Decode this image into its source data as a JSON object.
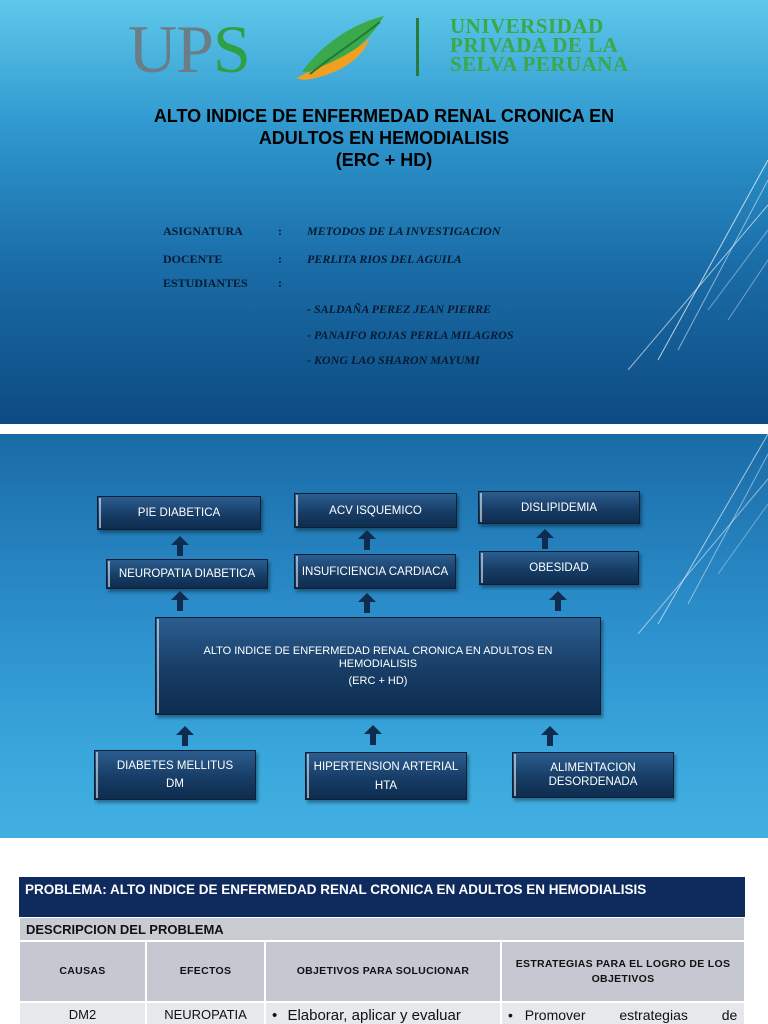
{
  "slide1": {
    "logo": {
      "ups_left": "UP",
      "ups_right": "S",
      "university_lines": [
        "UNIVERSIDAD",
        "PRIVADA DE LA",
        "SELVA PERUANA"
      ]
    },
    "title_lines": [
      "ALTO INDICE DE ENFERMEDAD RENAL CRONICA EN",
      "ADULTOS EN HEMODIALISIS",
      "(ERC + HD)"
    ],
    "info": {
      "asignatura_label": "ASIGNATURA",
      "asignatura_value": "METODOS DE LA INVESTIGACION",
      "docente_label": "DOCENTE",
      "docente_value": "PERLITA RIOS DEL AGUILA",
      "estudiantes_label": "ESTUDIANTES",
      "separator": ":",
      "students": [
        "- SALDAÑA PEREZ JEAN PIERRE",
        "- PANAIFO ROJAS PERLA MILAGROS",
        "-  KONG LAO SHARON MAYUMI"
      ]
    }
  },
  "slide2": {
    "effects_top": [
      "PIE DIABETICA",
      "ACV ISQUEMICO",
      "DISLIPIDEMIA"
    ],
    "effects_mid": [
      "NEUROPATIA DIABETICA",
      "INSUFICIENCIA CARDIACA",
      "OBESIDAD"
    ],
    "problem_lines": [
      "ALTO INDICE DE ENFERMEDAD RENAL CRONICA EN ADULTOS EN",
      "HEMODIALISIS",
      "(ERC + HD)"
    ],
    "causes": [
      {
        "line1": "DIABETES MELLITUS",
        "line2": "DM"
      },
      {
        "line1": "HIPERTENSION ARTERIAL",
        "line2": "HTA"
      },
      {
        "line1": "ALIMENTACION",
        "line2": "DESORDENADA"
      }
    ]
  },
  "slide3": {
    "problem_row": "PROBLEMA:  ALTO INDICE DE ENFERMEDAD RENAL CRONICA EN ADULTOS EN HEMODIALISIS",
    "description_row": "DESCRIPCION DEL PROBLEMA",
    "headers": [
      "CAUSAS",
      "EFECTOS",
      "OBJETIVOS PARA SOLUCIONAR",
      "ESTRATEGIAS PARA EL LOGRO DE LOS OBJETIVOS"
    ],
    "first_row": [
      "DM2",
      "NEUROPATIA",
      "Elaborar, aplicar y evaluar",
      "Promover estrategias de"
    ],
    "bullet": "•"
  },
  "colors": {
    "dark_navy": "#0f2a5c",
    "box_blue": "#173d66",
    "logo_green": "#3aa84b",
    "logo_grey": "#6b7d86"
  }
}
